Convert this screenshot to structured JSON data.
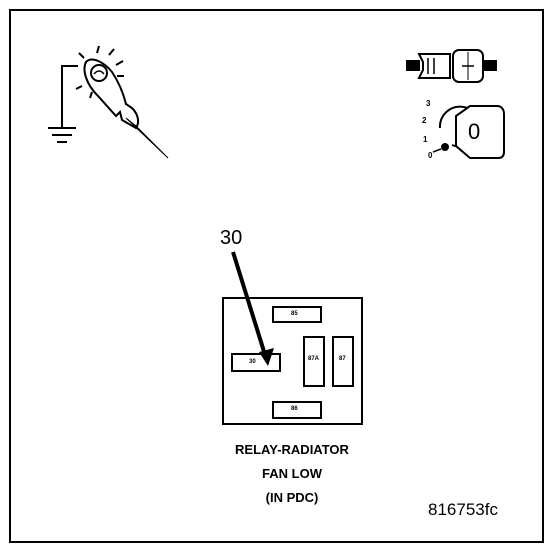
{
  "callout": "30",
  "relay": {
    "terminals": {
      "t85": "85",
      "t30": "30",
      "t87a": "87A",
      "t87": "87",
      "t86": "86"
    }
  },
  "caption": {
    "line1": "RELAY-RADIATOR",
    "line2": "FAN LOW",
    "line3": "(IN PDC)"
  },
  "figure_id": "816753fc",
  "ignition_positions": [
    "3",
    "2",
    "1",
    "0"
  ],
  "key_label": "0",
  "icons": {
    "probe": "test-light-probe-icon",
    "connector": "connector-icon",
    "ignition": "ignition-key-icon"
  }
}
